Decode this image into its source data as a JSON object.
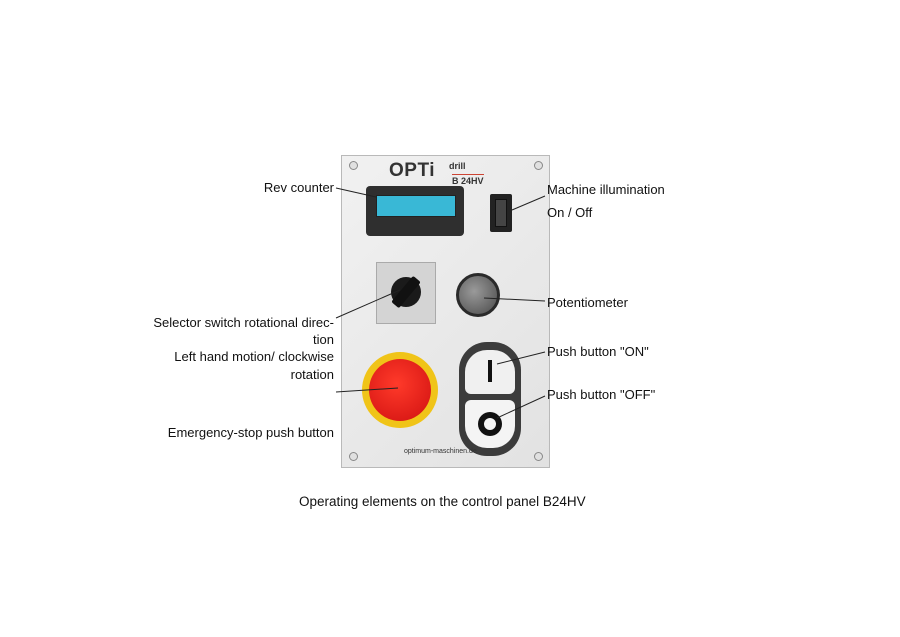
{
  "labels": {
    "rev_counter": "Rev counter",
    "machine_illumination": "Machine illumination",
    "on_off": "On / Off",
    "potentiometer": "Potentiometer",
    "selector_line1": "Selector switch rotational direc-",
    "selector_line2": "tion",
    "selector_line3": "Left hand motion/ clockwise",
    "selector_line4": "rotation",
    "push_on": "Push button \"ON\"",
    "push_off": "Push button \"OFF\"",
    "emergency_stop": "Emergency-stop push button"
  },
  "panel": {
    "logo": "OPTi",
    "logo_sub": "drill",
    "model": "B 24HV",
    "website": "optimum-maschinen.de"
  },
  "caption": "Operating elements on the control panel B24HV",
  "colors": {
    "lcd": "#39b8d6",
    "emergency_red": "#e01a12",
    "emergency_yellow": "#f0c418"
  }
}
